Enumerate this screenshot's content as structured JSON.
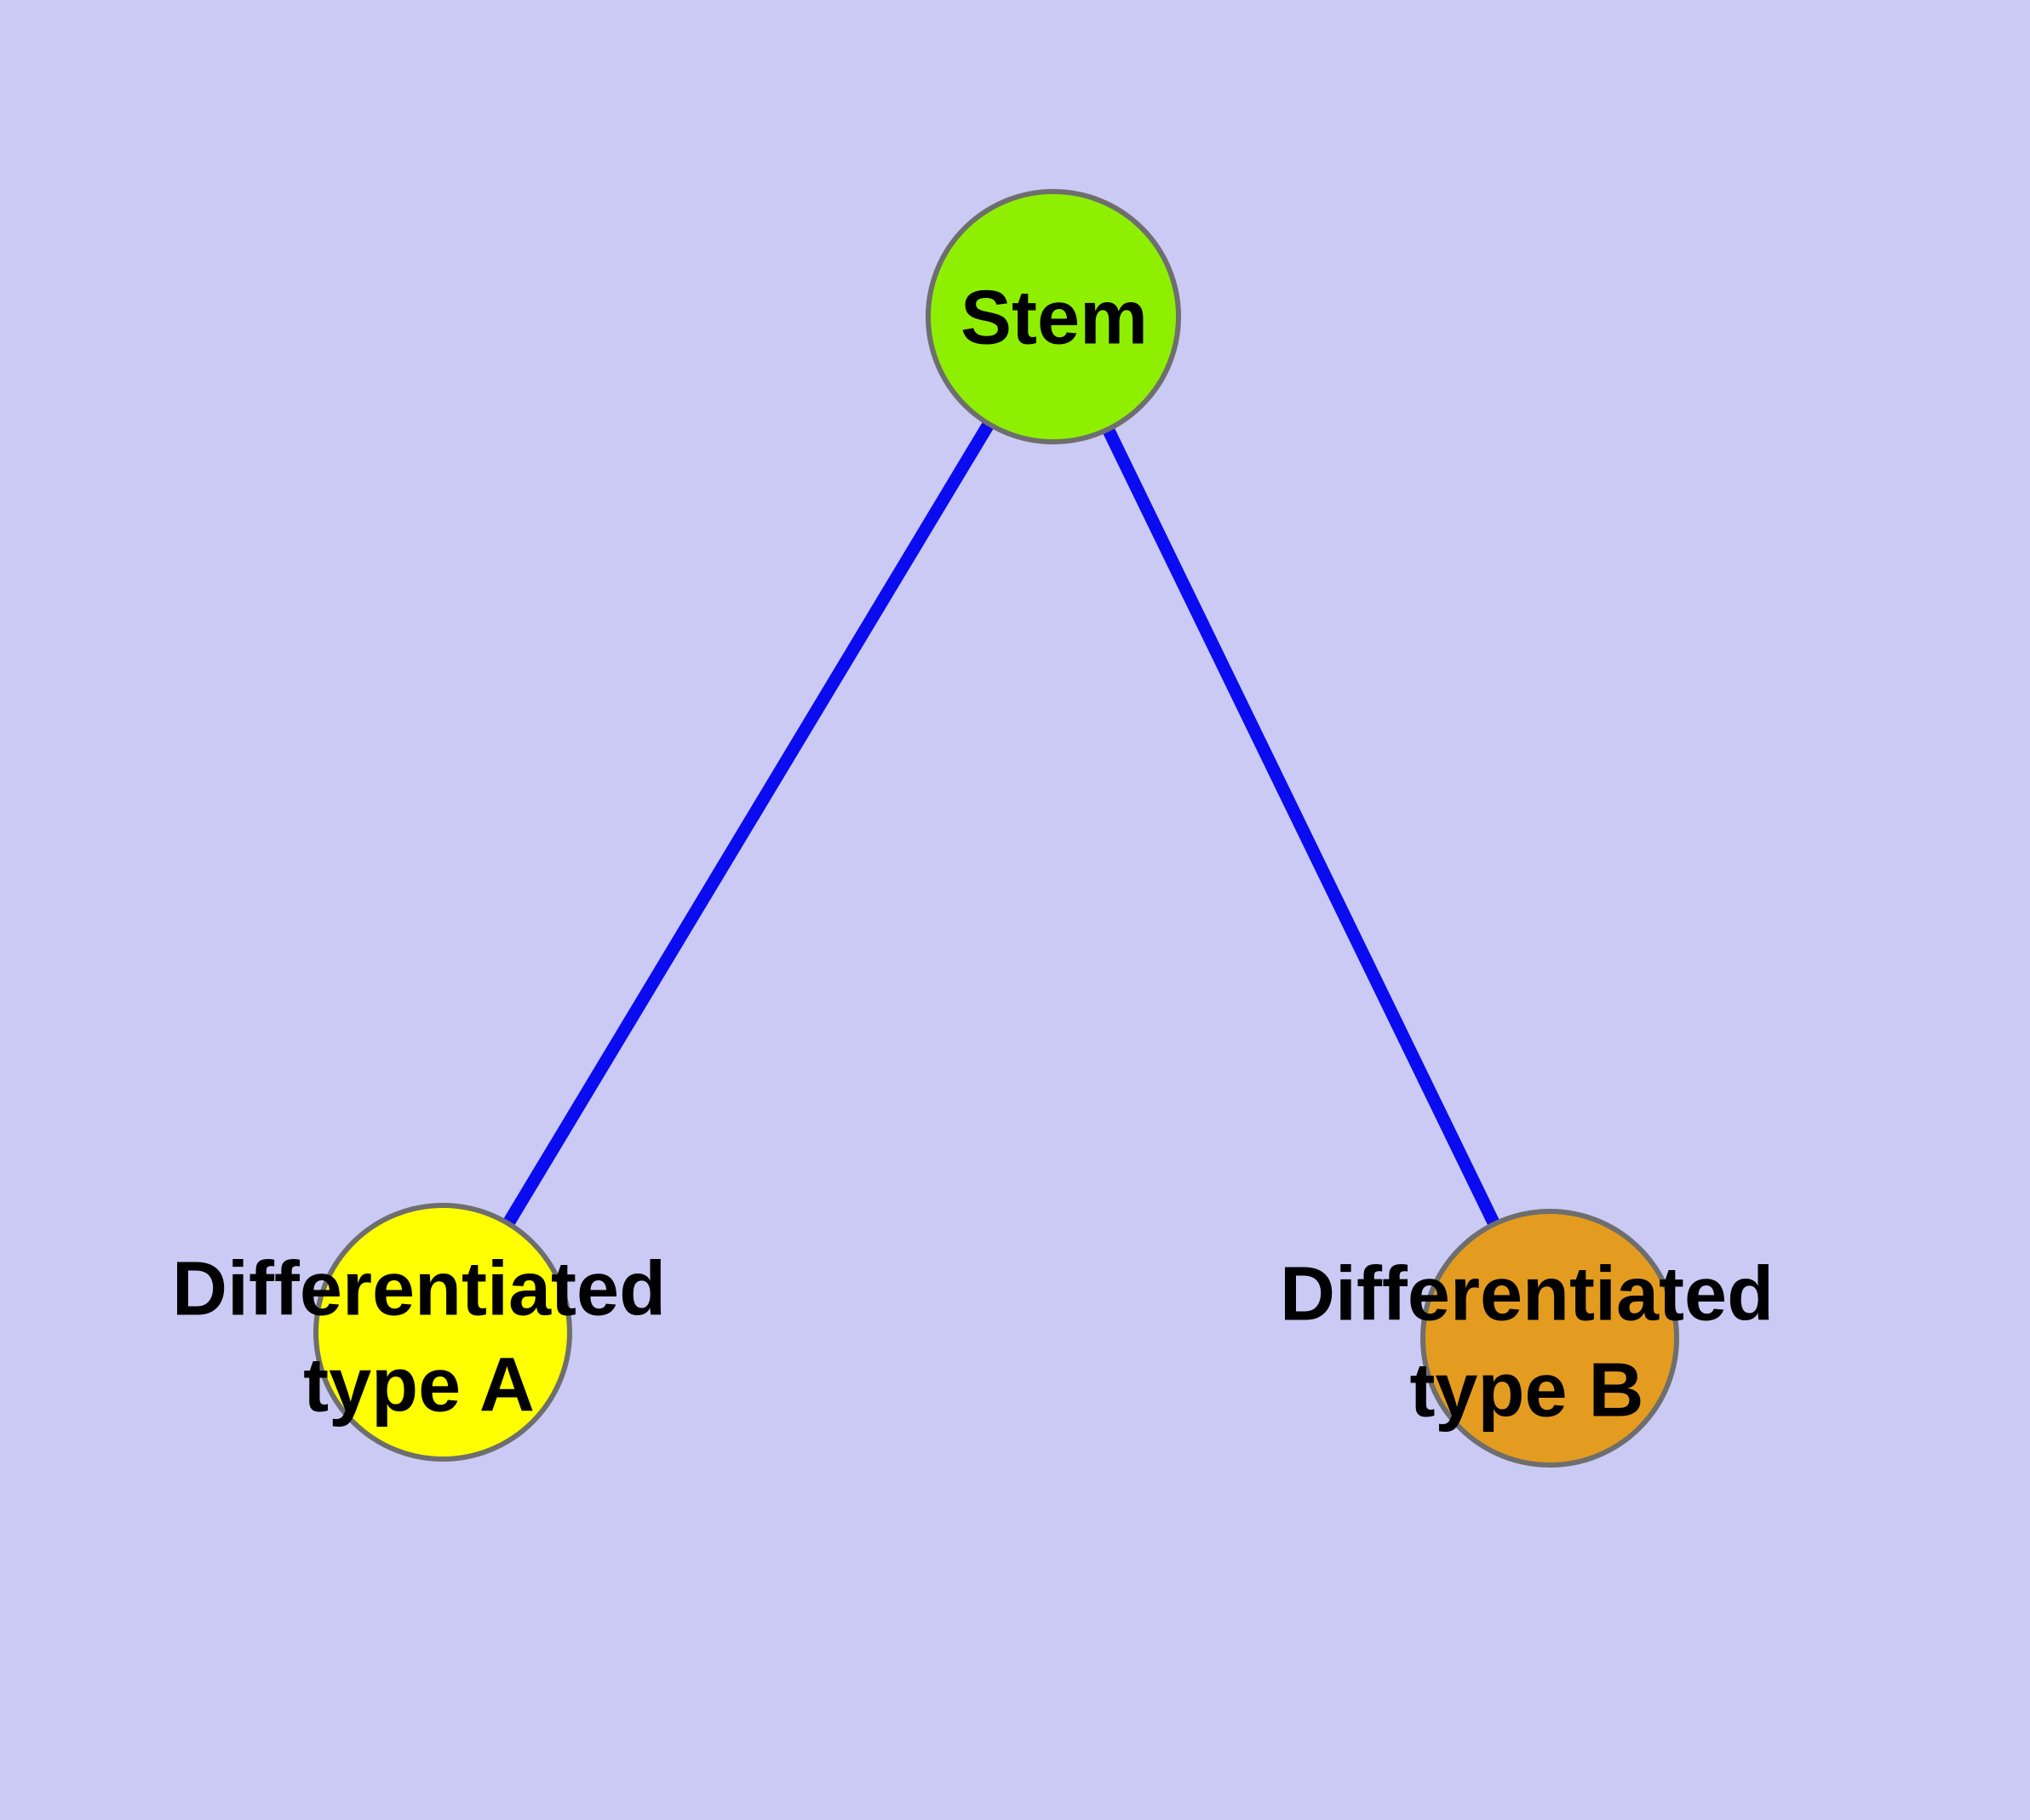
{
  "colors": {
    "background": "#cacaf5",
    "edge": "#0b0bf0",
    "node_border": "#6e6e6e",
    "label": "#000000"
  },
  "graph": {
    "nodes": {
      "stem": {
        "label": "Stem",
        "fill": "#8ef000"
      },
      "type_a": {
        "label": "Differentiated\ntype A",
        "fill": "#ffff00"
      },
      "type_b": {
        "label": "Differentiated\ntype B",
        "fill": "#e49c20"
      }
    },
    "edges": [
      {
        "from": "Stem",
        "to": "Differentiated type A"
      },
      {
        "from": "Stem",
        "to": "Differentiated type B"
      }
    ]
  }
}
